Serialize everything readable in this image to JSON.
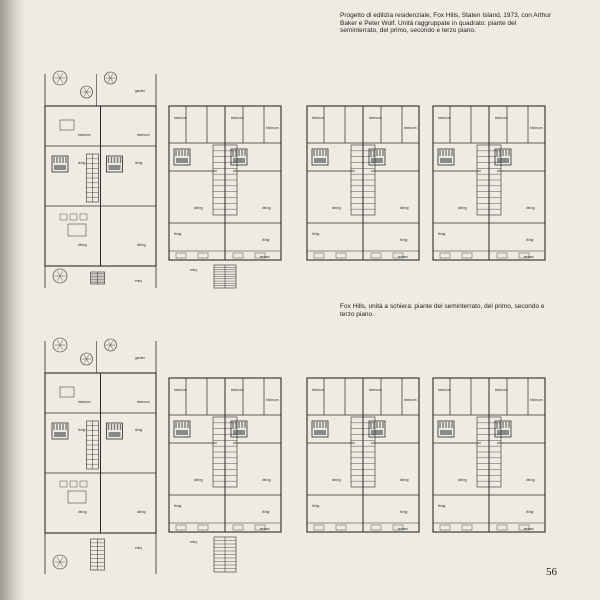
{
  "captions": {
    "top": "Progetto di edilizia residenziale, Fox Hills, Staten Island, 1973, con Arthur Baker e Peter Wolf. Unità raggruppate in quadrato: piante del seminterrato, del primo, secondo e terzo piano.",
    "middle": "Fox Hills, unità a schiera: piante del seminterrato, del primo, secondo e terzo piano."
  },
  "page_number": "56",
  "plan_labels": {
    "garden": "garden",
    "living": "living",
    "bedroom": "bedroom",
    "dining": "dining",
    "terrace": "terrace",
    "entry": "entry"
  },
  "colors": {
    "paper": "#eeebe2",
    "ink": "#2b2b2b",
    "hatch": "#777777"
  }
}
